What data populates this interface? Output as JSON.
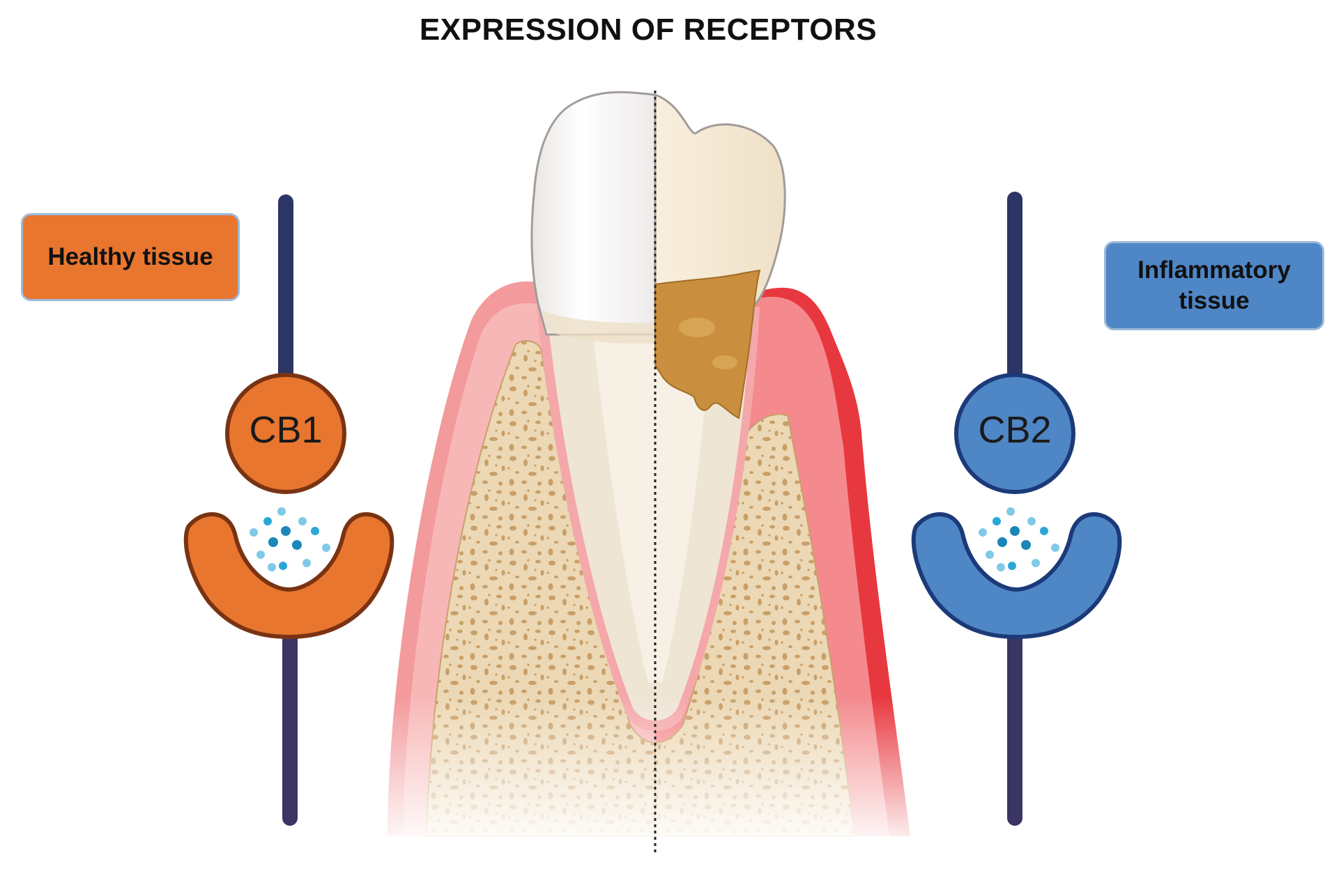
{
  "title": "EXPRESSION OF RECEPTORS",
  "left": {
    "label": "Healthy tissue",
    "receptor": "CB1",
    "color": "#e8762f",
    "outline": "#7a3312"
  },
  "right": {
    "label": "Inflammatory tissue",
    "receptor": "CB2",
    "color": "#4f86c6",
    "outline": "#1c3a78"
  },
  "membrane_color": "#2c3566",
  "ligand_color": "#2aa7d6"
}
